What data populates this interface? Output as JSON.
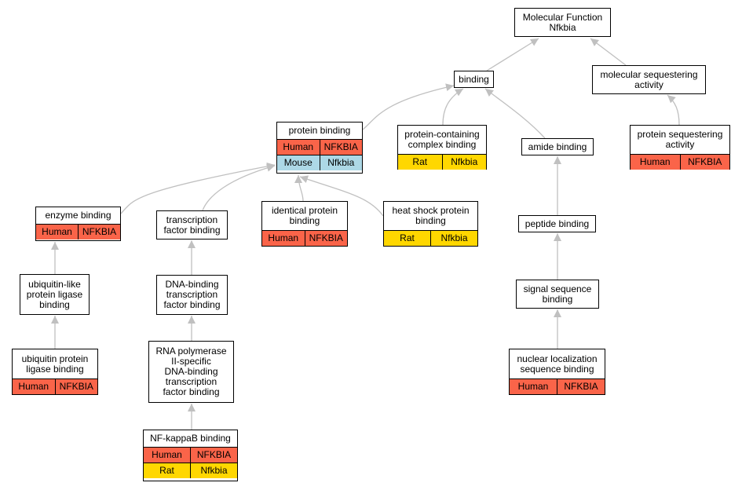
{
  "diagram": {
    "nodes": {
      "molecular_function": {
        "title": "Molecular Function\nNfkbia",
        "rows": []
      },
      "binding": {
        "title": "binding",
        "rows": []
      },
      "molecular_sequestering": {
        "title": "molecular sequestering\nactivity",
        "rows": []
      },
      "protein_binding": {
        "title": "protein binding",
        "rows": [
          {
            "species": "Human",
            "gene": "NFKBIA",
            "color": "#fa6449"
          },
          {
            "species": "Mouse",
            "gene": "Nfkbia",
            "color": "#add8e6"
          }
        ]
      },
      "protein_containing_complex": {
        "title": "protein-containing\ncomplex binding",
        "rows": [
          {
            "species": "Rat",
            "gene": "Nfkbia",
            "color": "#ffd700"
          }
        ]
      },
      "amide_binding": {
        "title": "amide binding",
        "rows": []
      },
      "protein_sequestering": {
        "title": "protein sequestering\nactivity",
        "rows": [
          {
            "species": "Human",
            "gene": "NFKBIA",
            "color": "#fa6449"
          }
        ]
      },
      "enzyme_binding": {
        "title": "enzyme binding",
        "rows": [
          {
            "species": "Human",
            "gene": "NFKBIA",
            "color": "#fa6449"
          }
        ]
      },
      "transcription_factor_binding": {
        "title": "transcription\nfactor binding",
        "rows": []
      },
      "identical_protein_binding": {
        "title": "identical protein\nbinding",
        "rows": [
          {
            "species": "Human",
            "gene": "NFKBIA",
            "color": "#fa6449"
          }
        ]
      },
      "heat_shock_protein_binding": {
        "title": "heat shock protein\nbinding",
        "rows": [
          {
            "species": "Rat",
            "gene": "Nfkbia",
            "color": "#ffd700"
          }
        ]
      },
      "peptide_binding": {
        "title": "peptide binding",
        "rows": []
      },
      "ubiquitin_like_ligase_binding": {
        "title": "ubiquitin-like\nprotein ligase\nbinding",
        "rows": []
      },
      "dna_binding_tf_binding": {
        "title": "DNA-binding\ntranscription\nfactor binding",
        "rows": []
      },
      "signal_sequence_binding": {
        "title": "signal sequence\nbinding",
        "rows": []
      },
      "ubiquitin_ligase_binding": {
        "title": "ubiquitin protein\nligase binding",
        "rows": [
          {
            "species": "Human",
            "gene": "NFKBIA",
            "color": "#fa6449"
          }
        ]
      },
      "rna_pol_ii_tf_binding": {
        "title": "RNA polymerase\nII-specific\nDNA-binding\ntranscription\nfactor binding",
        "rows": []
      },
      "nuclear_localization_binding": {
        "title": "nuclear localization\nsequence binding",
        "rows": [
          {
            "species": "Human",
            "gene": "NFKBIA",
            "color": "#fa6449"
          }
        ]
      },
      "nf_kappab_binding": {
        "title": "NF-kappaB binding",
        "rows": [
          {
            "species": "Human",
            "gene": "NFKBIA",
            "color": "#fa6449"
          },
          {
            "species": "Rat",
            "gene": "Nfkbia",
            "color": "#ffd700"
          }
        ]
      }
    },
    "edge_color": "#c0c0c0"
  }
}
